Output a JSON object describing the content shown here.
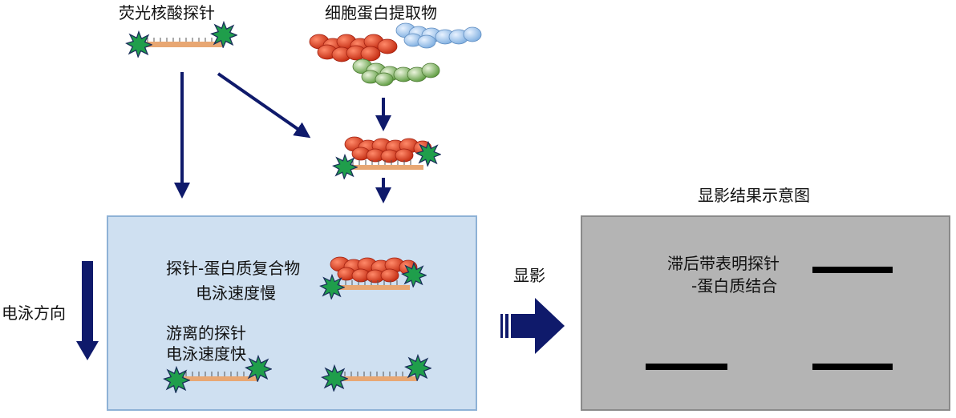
{
  "labels": {
    "fluorescent_probe": "荧光核酸探针",
    "protein_extract": "细胞蛋白提取物",
    "development_result": "显影结果示意图",
    "complex_line1": "探针-蛋白质复合物",
    "complex_line2": "电泳速度慢",
    "free_line1": "游离的探针",
    "free_line2": "电泳速度快",
    "direction": "电泳方向",
    "develop": "显影",
    "shift_line1": "滞后带表明探针",
    "shift_line2": "-蛋白质结合"
  },
  "colors": {
    "arrow": "#0f1a6b",
    "gel_fill": "#cfe0f1",
    "gel_border": "#8eb2d6",
    "result_fill": "#b4b4b4",
    "result_border": "#8a8a8a",
    "star": "#1f9e4b",
    "star_edge": "#1a2f5a",
    "dna": "#e8a773",
    "protein_red": "#d8361c",
    "protein_blue": "#8dbbe8",
    "protein_green": "#88b86a",
    "band": "#000000"
  }
}
